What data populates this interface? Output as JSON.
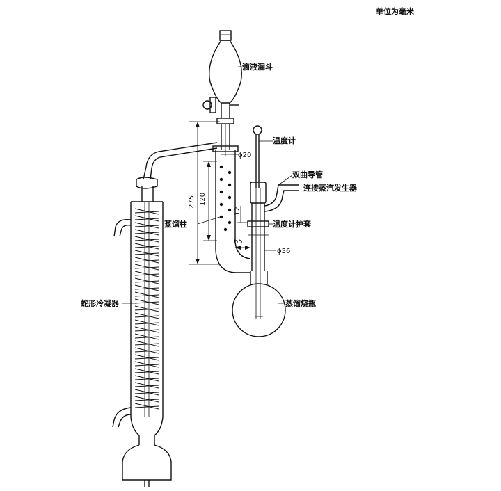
{
  "unit_note": "单位为毫米",
  "labels": {
    "dropping_funnel": "滴液漏斗",
    "thermometer": "温度计",
    "double_bent_tube": "双曲导管",
    "steam_generator": "连接蒸汽发生器",
    "column": "蒸馏柱",
    "thermo_sleeve": "温度计护套",
    "flask": "蒸馏烧瓶",
    "condenser": "蛇形冷凝器"
  },
  "dims": {
    "d20": "ϕ20",
    "d36": "ϕ36",
    "h275": "275",
    "h120": "120",
    "h12": "12",
    "w65": "65"
  }
}
